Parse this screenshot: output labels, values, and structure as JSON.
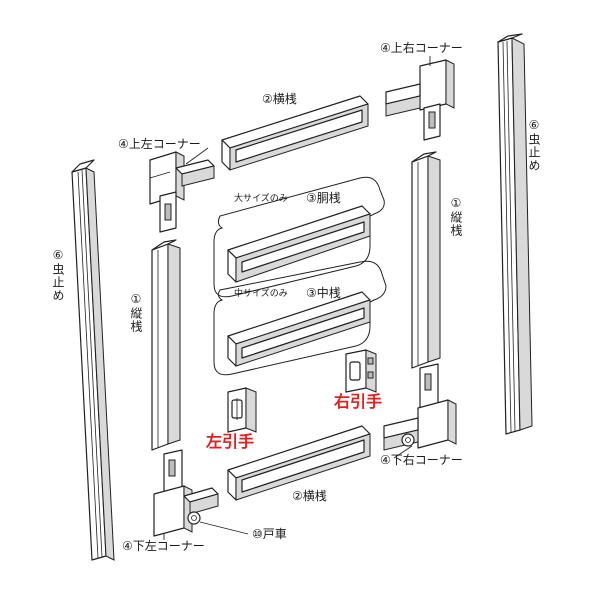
{
  "labels": {
    "upper_right_corner": "④上右コーナー",
    "upper_left_corner": "④上左コーナー",
    "lower_right_corner": "④下右コーナー",
    "lower_left_corner": "④下左コーナー",
    "top_rail": "②横桟",
    "bottom_rail": "②横桟",
    "mid_bar_note_large": "大サイズのみ",
    "mid_bar": "③胴桟",
    "center_bar_note_medium": "中サイズのみ",
    "center_bar": "③中桟",
    "left_stile": "①縦桟",
    "right_stile": "①縦桟",
    "left_weatherstrip": "⑥虫止め",
    "right_weatherstrip": "⑥虫止め",
    "left_handle": "左引手",
    "right_handle": "右引手",
    "door_roller": "⑩戸車"
  },
  "colors": {
    "handle_label": "#e02020",
    "line": "#222222",
    "part_fill": "#ffffff",
    "shade_fill": "#d9d9d9"
  }
}
